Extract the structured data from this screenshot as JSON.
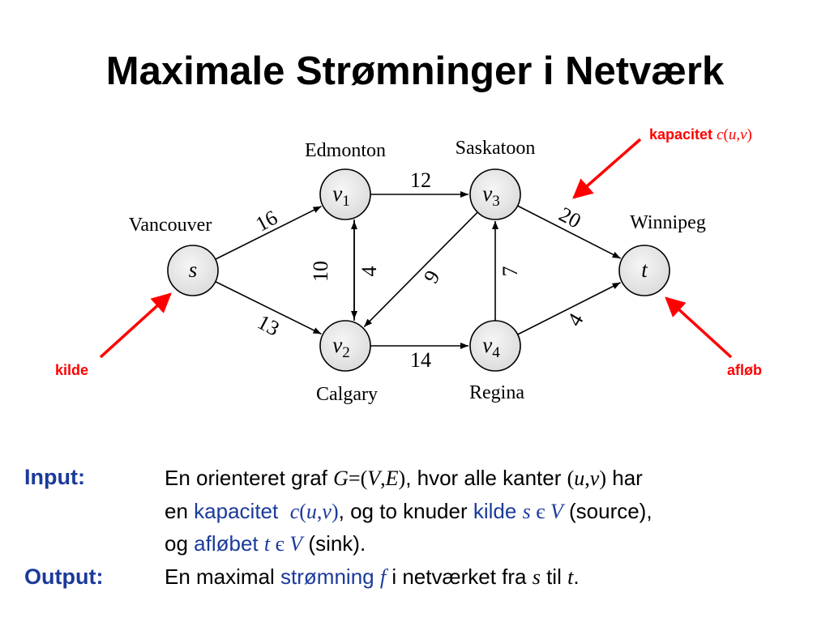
{
  "slide": {
    "title": "Maximale Strømninger i Netværk"
  },
  "graph": {
    "nodes": [
      {
        "id": "s",
        "symbol": "s",
        "sub": "",
        "city": "Vancouver"
      },
      {
        "id": "v1",
        "symbol": "v",
        "sub": "1",
        "city": "Edmonton"
      },
      {
        "id": "v2",
        "symbol": "v",
        "sub": "2",
        "city": "Calgary"
      },
      {
        "id": "v3",
        "symbol": "v",
        "sub": "3",
        "city": "Saskatoon"
      },
      {
        "id": "v4",
        "symbol": "v",
        "sub": "4",
        "city": "Regina"
      },
      {
        "id": "t",
        "symbol": "t",
        "sub": "",
        "city": "Winnipeg"
      }
    ],
    "edges": [
      {
        "from": "s",
        "to": "v1",
        "capacity": "16"
      },
      {
        "from": "s",
        "to": "v2",
        "capacity": "13"
      },
      {
        "from": "v1",
        "to": "v3",
        "capacity": "12"
      },
      {
        "from": "v1",
        "to": "v2",
        "capacity": "10"
      },
      {
        "from": "v2",
        "to": "v1",
        "capacity": "4"
      },
      {
        "from": "v3",
        "to": "v2",
        "capacity": "9"
      },
      {
        "from": "v2",
        "to": "v4",
        "capacity": "14"
      },
      {
        "from": "v4",
        "to": "v3",
        "capacity": "7"
      },
      {
        "from": "v3",
        "to": "t",
        "capacity": "20"
      },
      {
        "from": "v4",
        "to": "t",
        "capacity": "4"
      }
    ]
  },
  "annotations": {
    "capacity": {
      "word": "kapacitet",
      "c": "c",
      "open": "(",
      "u": "u",
      "comma": ",",
      "v": "v",
      "close": ")"
    },
    "source": "kilde",
    "sink": "afløb",
    "arrow_color": "#ff0000"
  },
  "text": {
    "input_label": "Input:",
    "output_label": "Output:",
    "l1_a": "En orienteret graf ",
    "l1_G": "G",
    "l1_eq": "=(",
    "l1_V": "V",
    "l1_comma": ",",
    "l1_E": "E",
    "l1_close": ")",
    "l1_b": ", hvor alle kanter ",
    "l1_uv_open": "(",
    "l1_u": "u",
    "l1_uv_comma": ",",
    "l1_v": "v",
    "l1_uv_close": ")",
    "l1_c": " har",
    "l2_a": "en ",
    "l2_kapacitet": "kapacitet",
    "l2_sp": "  ",
    "l2_c": "c",
    "l2_open": "(",
    "l2_u": "u",
    "l2_comma": ",",
    "l2_v": "v",
    "l2_close": ")",
    "l2_b": ", og to knuder ",
    "l2_kilde": "kilde",
    "l2_sp2": " ",
    "l2_s": "s",
    "l2_in": " є ",
    "l2_V": "V",
    "l2_c2": " (source),",
    "l3_a": "og ",
    "l3_afloebet": "afløbet",
    "l3_sp": " ",
    "l3_t": "t",
    "l3_in": " є ",
    "l3_V": "V",
    "l3_b": " (sink).",
    "l4_a": "En maximal ",
    "l4_stroemning": "strømning",
    "l4_sp": " ",
    "l4_f": "f",
    "l4_b": " i netværket fra ",
    "l4_s": "s",
    "l4_til": " til ",
    "l4_t": "t",
    "l4_dot": "."
  },
  "colors": {
    "accent_blue": "#1b3a9a",
    "annotation_red": "#ff0000",
    "node_fill": "#ededed"
  }
}
